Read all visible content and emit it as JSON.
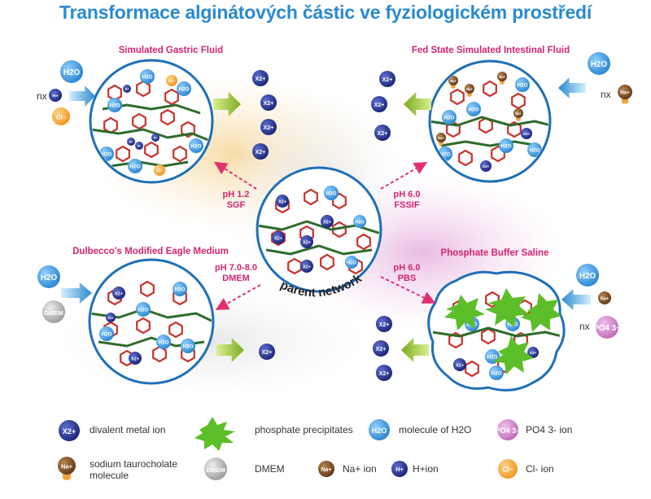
{
  "title": "Transformace alginátových částic ve fyziologickém prostředí",
  "panels": {
    "sgf": "Simulated Gastric Fluid",
    "fssif": "Fed State Simulated Intestinal Fluid",
    "dmem": "Dulbecco's Modified Eagle Medium",
    "pbs": "Phosphate Buffer Saline"
  },
  "center_label": "parent network",
  "conditions": {
    "sgf": [
      "pH 1.2",
      "SGF"
    ],
    "fssif": [
      "pH 6.0",
      "FSSIF"
    ],
    "dmem": [
      "pH 7.0-8.0",
      "DMEM"
    ],
    "pbs": [
      "pH 6.0",
      "PBS"
    ]
  },
  "ions": {
    "h2o": "H2O",
    "x2": "X2+",
    "h": "H+",
    "cl": "Cl−",
    "na": "Na+",
    "po4": "PO4 3−",
    "dmem": "DMEM",
    "nx": "nx"
  },
  "legend": {
    "divalent": "divalent metal ion",
    "phosphate": "phosphate precipitates",
    "water": "molecule of H2O",
    "po4": "PO4 3- ion",
    "taurocholate_1": "sodium taurocholate",
    "taurocholate_2": "molecule",
    "dmem": "DMEM",
    "na": "Na+ ion",
    "h": "H+ion",
    "cl": "Cl- ion"
  },
  "colors": {
    "title": "#2a8ad0",
    "panel_title": "#d6246e",
    "water": "#3a9be0",
    "divalent": "#1f2f8a",
    "cl": "#f2a23a",
    "na": "#7a4a22",
    "po4": "#d080c8",
    "dmem": "#bdbdbd",
    "precipitate": "#5cbf2a",
    "arrow_green": "#8dbb2a",
    "arrow_blue": "#3d9bd6"
  }
}
